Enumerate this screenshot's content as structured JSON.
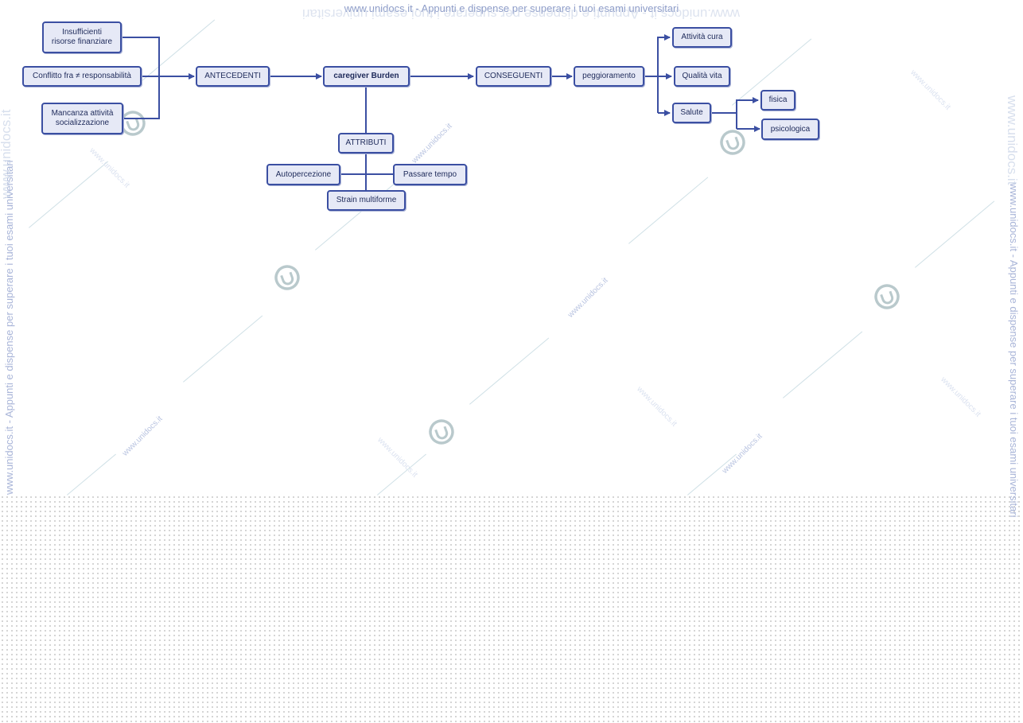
{
  "watermark": {
    "header": "www.unidocs.it - Appunti e dispense per superare i tuoi esami universitari",
    "mirrored": "www.unidocs.it - Appunti e dispense per superare i tuoi esami universitari",
    "side_left": "www.unidocs.it - Appunti e dispense per superare i tuoi esami universitari",
    "side_right": "www.unidocs.it - Appunti e dispense per superare i tuoi esami universitari",
    "side_big": "www.unidocs.it",
    "diagonal": "www.unidocs.it"
  },
  "nodes": {
    "insufficienti": "Insufficienti\nrisorse finanziare",
    "conflitto": "Conflitto fra ≠ responsabilità",
    "mancanza": "Mancanza attività\nsocializzazione",
    "antecedenti": "ANTECEDENTI",
    "caregiver": "caregiver Burden",
    "conseguenti": "CONSEGUENTI",
    "peggioramento": "peggioramento",
    "attivita_cura": "Attività cura",
    "qualita_vita": "Qualità vita",
    "salute": "Salute",
    "fisica": "fisica",
    "psicologica": "psicologica",
    "attributi": "ATTRIBUTI",
    "autopercezione": "Autopercezione",
    "passare_tempo": "Passare tempo",
    "strain": "Strain multiforme"
  },
  "colors": {
    "node_border": "#3b4fa2",
    "node_fill": "#e6e9f6",
    "connector": "#3b4fa2",
    "watermark_text": "#8d9cc8",
    "watermark_logo": "#b9c9cc"
  }
}
